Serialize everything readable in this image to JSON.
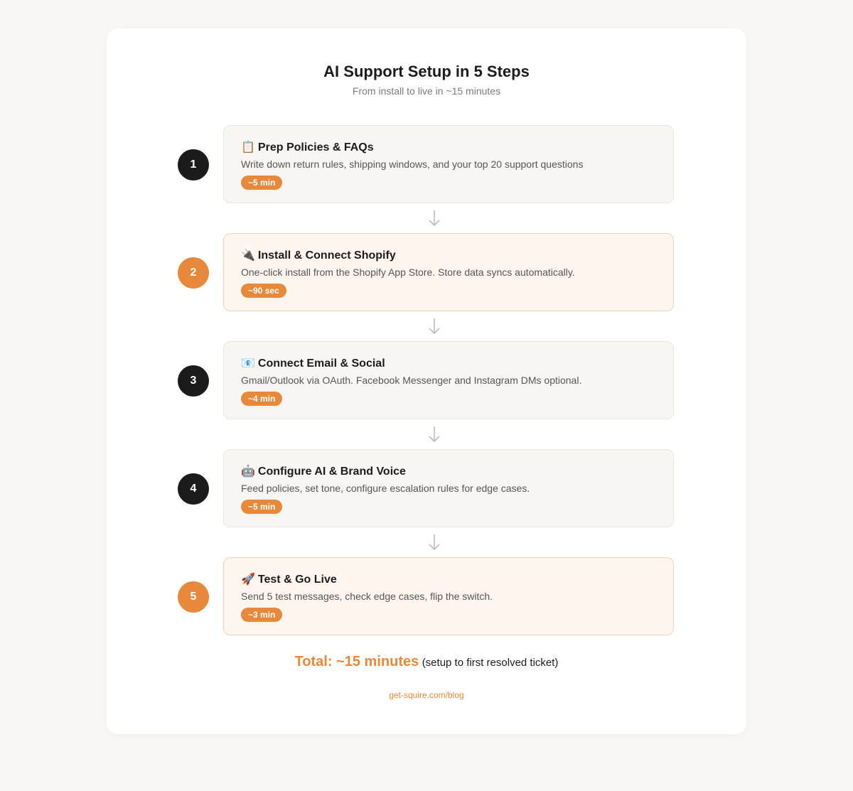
{
  "title": "AI Support Setup in 5 Steps",
  "subtitle": "From install to live in ~15 minutes",
  "colors": {
    "accent": "#e8883a",
    "dark": "#1b1b1b",
    "highlight_bg": "#fff6ef",
    "neutral_bg": "#f7f6f2"
  },
  "steps": [
    {
      "number": "1",
      "emoji": "📋",
      "title": "Prep Policies & FAQs",
      "description": "Write down return rules, shipping windows, and your top 20 support questions",
      "time": "~5 min",
      "style": "neutral"
    },
    {
      "number": "2",
      "emoji": "🔌",
      "title": "Install & Connect Shopify",
      "description": "One-click install from the Shopify App Store. Store data syncs automatically.",
      "time": "~90 sec",
      "style": "highlight"
    },
    {
      "number": "3",
      "emoji": "📧",
      "title": "Connect Email & Social",
      "description": "Gmail/Outlook via OAuth. Facebook Messenger and Instagram DMs optional.",
      "time": "~4 min",
      "style": "neutral"
    },
    {
      "number": "4",
      "emoji": "🤖",
      "title": "Configure AI & Brand Voice",
      "description": "Feed policies, set tone, configure escalation rules for edge cases.",
      "time": "~5 min",
      "style": "neutral"
    },
    {
      "number": "5",
      "emoji": "🚀",
      "title": "Test & Go Live",
      "description": "Send 5 test messages, check edge cases, flip the switch.",
      "time": "~3 min",
      "style": "highlight"
    }
  ],
  "total": {
    "main": "Total: ~15 minutes",
    "note": "(setup to first resolved ticket)"
  },
  "footer": "get-squire.com/blog"
}
